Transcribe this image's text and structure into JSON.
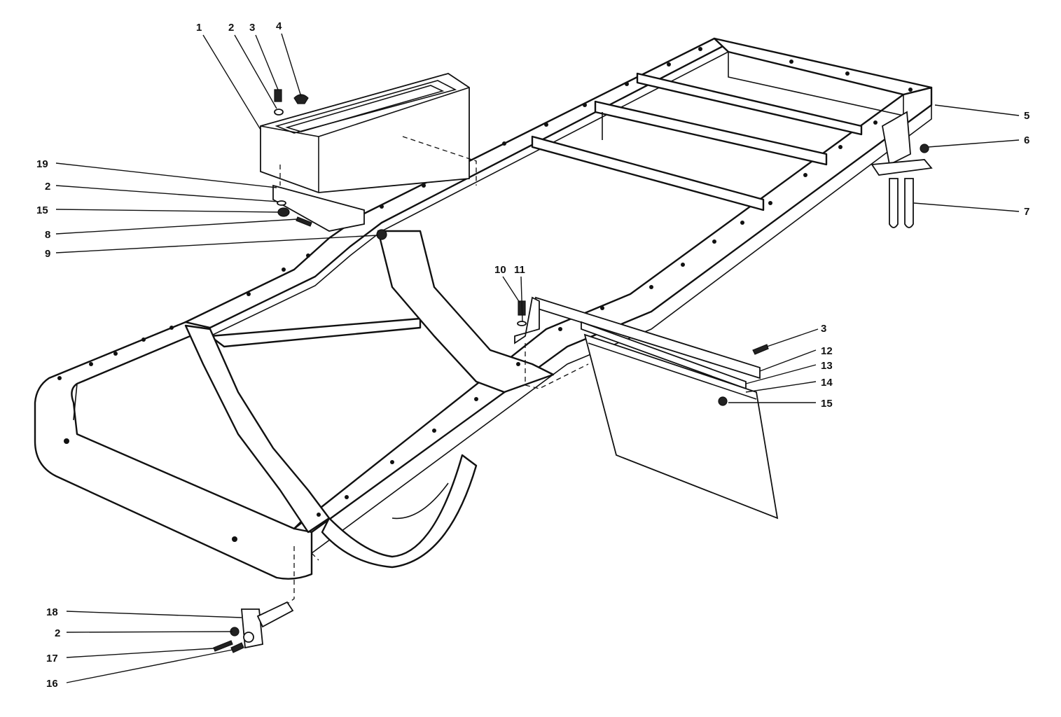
{
  "diagram": {
    "type": "exploded-parts-view",
    "callouts": [
      {
        "id": "c1",
        "label": "1"
      },
      {
        "id": "c2a",
        "label": "2"
      },
      {
        "id": "c3a",
        "label": "3"
      },
      {
        "id": "c4",
        "label": "4"
      },
      {
        "id": "c5",
        "label": "5"
      },
      {
        "id": "c6",
        "label": "6"
      },
      {
        "id": "c7",
        "label": "7"
      },
      {
        "id": "c19",
        "label": "19"
      },
      {
        "id": "c2b",
        "label": "2"
      },
      {
        "id": "c15a",
        "label": "15"
      },
      {
        "id": "c8",
        "label": "8"
      },
      {
        "id": "c9",
        "label": "9"
      },
      {
        "id": "c10",
        "label": "10"
      },
      {
        "id": "c11",
        "label": "11"
      },
      {
        "id": "c3b",
        "label": "3"
      },
      {
        "id": "c12",
        "label": "12"
      },
      {
        "id": "c13",
        "label": "13"
      },
      {
        "id": "c14",
        "label": "14"
      },
      {
        "id": "c15b",
        "label": "15"
      },
      {
        "id": "c18",
        "label": "18"
      },
      {
        "id": "c2c",
        "label": "2"
      },
      {
        "id": "c17",
        "label": "17"
      },
      {
        "id": "c16",
        "label": "16"
      }
    ]
  },
  "colors": {
    "ink": "#111111",
    "paper": "#ffffff"
  }
}
